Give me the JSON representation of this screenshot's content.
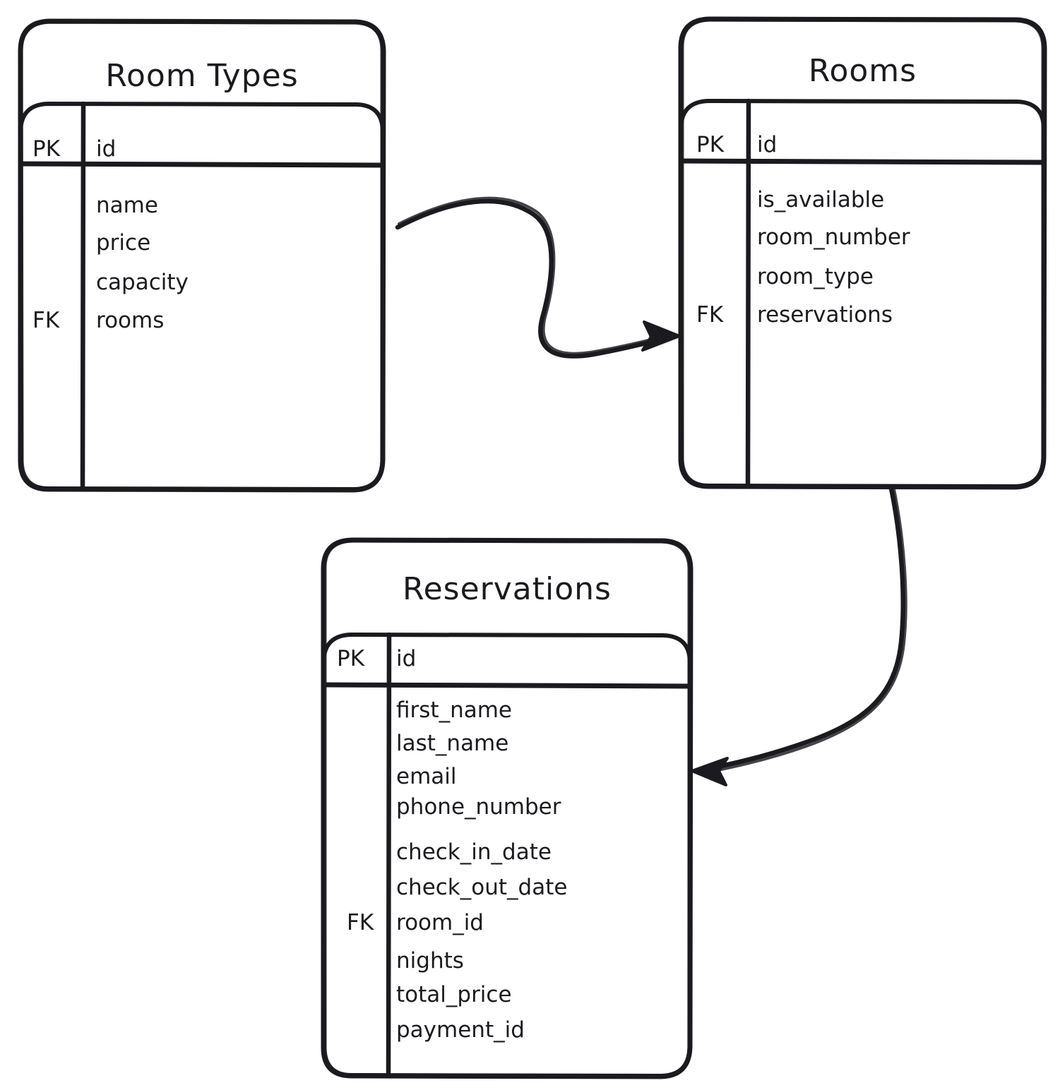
{
  "diagram": {
    "type": "entity-relationship-diagram",
    "style": "hand-drawn-sketch",
    "stroke_color": "#1b1b1f",
    "background_color": "#ffffff"
  },
  "entities": [
    {
      "id": "room_types",
      "title": "Room Types",
      "primary_key": {
        "key_label": "PK",
        "field": "id"
      },
      "foreign_key_label": "FK",
      "fields": [
        {
          "name": "name",
          "key": ""
        },
        {
          "name": "price",
          "key": ""
        },
        {
          "name": "capacity",
          "key": ""
        },
        {
          "name": "rooms",
          "key": "FK"
        }
      ]
    },
    {
      "id": "rooms",
      "title": "Rooms",
      "primary_key": {
        "key_label": "PK",
        "field": "id"
      },
      "foreign_key_label": "FK",
      "fields": [
        {
          "name": "is_available",
          "key": ""
        },
        {
          "name": "room_number",
          "key": ""
        },
        {
          "name": "room_type",
          "key": ""
        },
        {
          "name": "reservations",
          "key": "FK"
        }
      ]
    },
    {
      "id": "reservations",
      "title": "Reservations",
      "primary_key": {
        "key_label": "PK",
        "field": "id"
      },
      "foreign_key_label": "FK",
      "fields": [
        {
          "name": "first_name",
          "key": ""
        },
        {
          "name": "last_name",
          "key": ""
        },
        {
          "name": "email",
          "key": ""
        },
        {
          "name": "phone_number",
          "key": ""
        },
        {
          "name": "check_in_date",
          "key": ""
        },
        {
          "name": "check_out_date",
          "key": ""
        },
        {
          "name": "room_id",
          "key": "FK"
        },
        {
          "name": "nights",
          "key": ""
        },
        {
          "name": "total_price",
          "key": ""
        },
        {
          "name": "payment_id",
          "key": ""
        }
      ]
    }
  ],
  "relationships": [
    {
      "id": "room_types_to_rooms",
      "from": "room_types",
      "to": "rooms",
      "arrow": "single-head"
    },
    {
      "id": "rooms_to_reservations",
      "from": "rooms",
      "to": "reservations",
      "arrow": "single-head"
    }
  ]
}
